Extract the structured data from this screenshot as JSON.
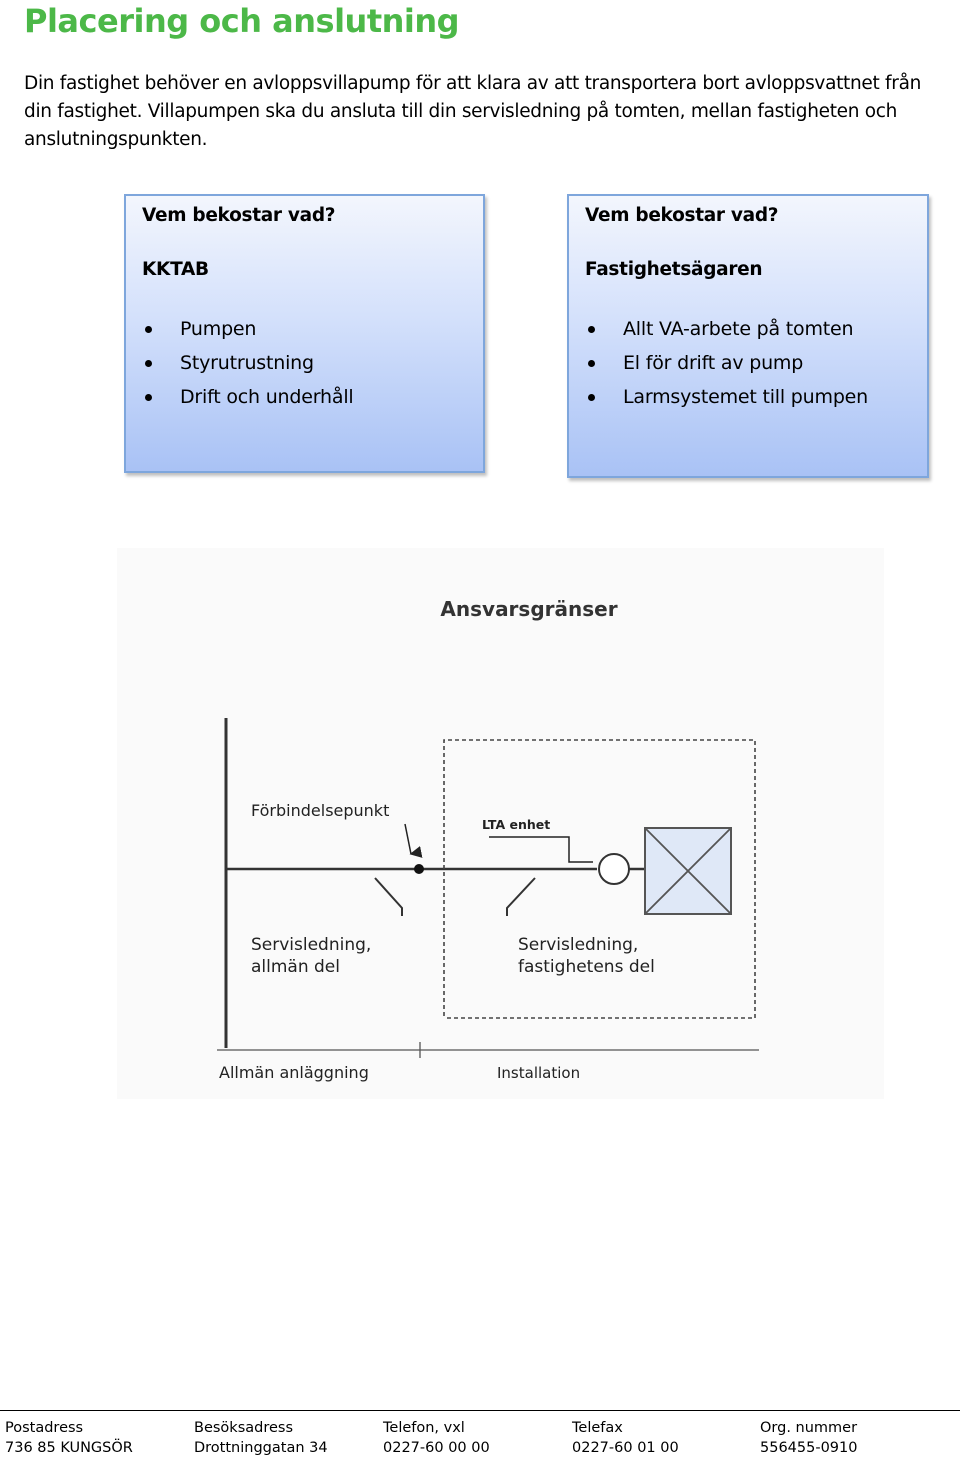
{
  "title": "Placering och anslutning",
  "intro": "Din fastighet behöver en avloppsvillapump för att klara av att transportera bort avloppsvattnet från din fastighet. Villapumpen ska du ansluta till din servisledning på tomten, mellan fastigheten och anslutningspunkten.",
  "boxes": [
    {
      "question": "Vem bekostar vad?",
      "who": "KKTAB",
      "items": [
        "Pumpen",
        "Styrutrustning",
        "Drift och underhåll"
      ]
    },
    {
      "question": "Vem bekostar vad?",
      "who": "Fastighetsägaren",
      "items": [
        "Allt VA-arbete på tomten",
        "El för drift av pump",
        "Larmsystemet till pumpen"
      ]
    }
  ],
  "diagram": {
    "title": "Ansvarsgränser",
    "connection_point": "Förbindelsepunkt",
    "lta_unit": "LTA enhet",
    "service_public_line1": "Servisledning,",
    "service_public_line2": "allmän del",
    "service_property_line1": "Servisledning,",
    "service_property_line2": "fastighetens del",
    "public_facility": "Allmän anläggning",
    "installation": "Installation"
  },
  "footer": {
    "columns": [
      {
        "label": "Postadress",
        "value": "736 85  KUNGSÖR"
      },
      {
        "label": "Besöksadress",
        "value": "Drottninggatan 34"
      },
      {
        "label": "Telefon, vxl",
        "value": "0227-60 00 00"
      },
      {
        "label": "Telefax",
        "value": "0227-60 01 00"
      },
      {
        "label": "Org. nummer",
        "value": "556455-0910"
      }
    ]
  }
}
